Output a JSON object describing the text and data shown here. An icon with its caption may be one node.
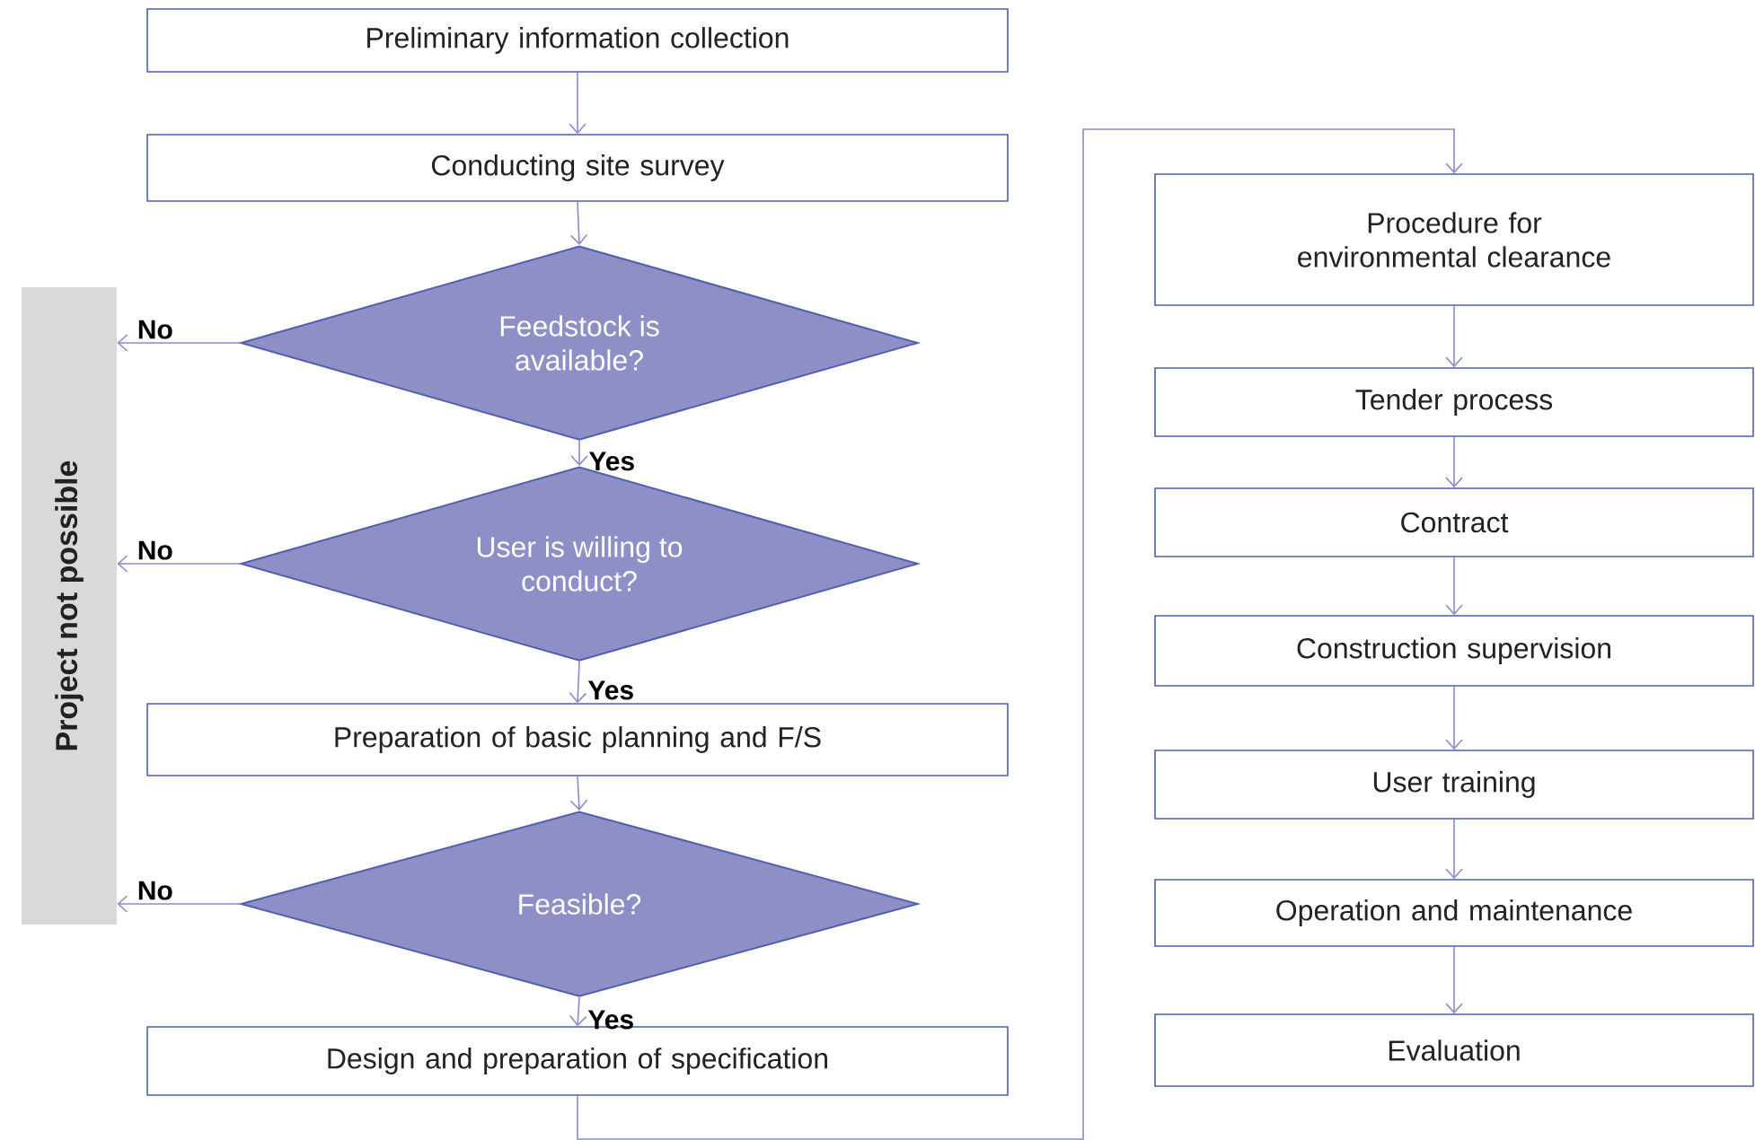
{
  "diagram": {
    "nodes": [
      {
        "text": [
          "Preliminary information collection"
        ]
      },
      {
        "text": [
          "Conducting site survey"
        ]
      },
      {
        "text": [
          "Feedstock is available?"
        ]
      },
      {
        "text": [
          "User  is willing to conduct?"
        ]
      },
      {
        "text": [
          "Preparation of basic planning and F/S"
        ]
      },
      {
        "text": [
          "Feasible?"
        ]
      },
      {
        "text": [
          "Design and preparation of specification"
        ]
      },
      {
        "text": [
          "Project not possible"
        ]
      },
      {
        "text": [
          "Procedure for environmental clearance"
        ]
      },
      {
        "text": [
          "Tender process"
        ]
      },
      {
        "text": [
          "Contract"
        ]
      },
      {
        "text": [
          "Construction supervision"
        ]
      },
      {
        "text": [
          "User training"
        ]
      },
      {
        "text": [
          "Operation and maintenance"
        ]
      },
      {
        "text": [
          "Evaluation"
        ]
      }
    ],
    "edges": [
      {
        "from": 0,
        "to": 1,
        "arrow": "to"
      },
      {
        "from": 1,
        "to": 2,
        "arrow": "to"
      },
      {
        "from": 2,
        "to": 3,
        "arrow": "to",
        "label": "Yes"
      },
      {
        "from": 3,
        "to": 4,
        "arrow": "to",
        "label": "Yes"
      },
      {
        "from": 4,
        "to": 5,
        "arrow": "to"
      },
      {
        "from": 5,
        "to": 6,
        "arrow": "to",
        "label": "Yes"
      },
      {
        "from": 2,
        "to": 7,
        "arrow": "to",
        "label": "No"
      },
      {
        "from": 3,
        "to": 7,
        "arrow": "to",
        "label": "No"
      },
      {
        "from": 5,
        "to": 7,
        "arrow": "to",
        "label": "No"
      },
      {
        "from": 6,
        "to": 8,
        "arrow": "to"
      },
      {
        "from": 8,
        "to": 9,
        "arrow": "to"
      },
      {
        "from": 9,
        "to": 10,
        "arrow": "to"
      },
      {
        "from": 10,
        "to": 11,
        "arrow": "to"
      },
      {
        "from": 11,
        "to": 12,
        "arrow": "to"
      },
      {
        "from": 12,
        "to": 13,
        "arrow": "to"
      },
      {
        "from": 13,
        "to": 14,
        "arrow": "to"
      }
    ]
  }
}
